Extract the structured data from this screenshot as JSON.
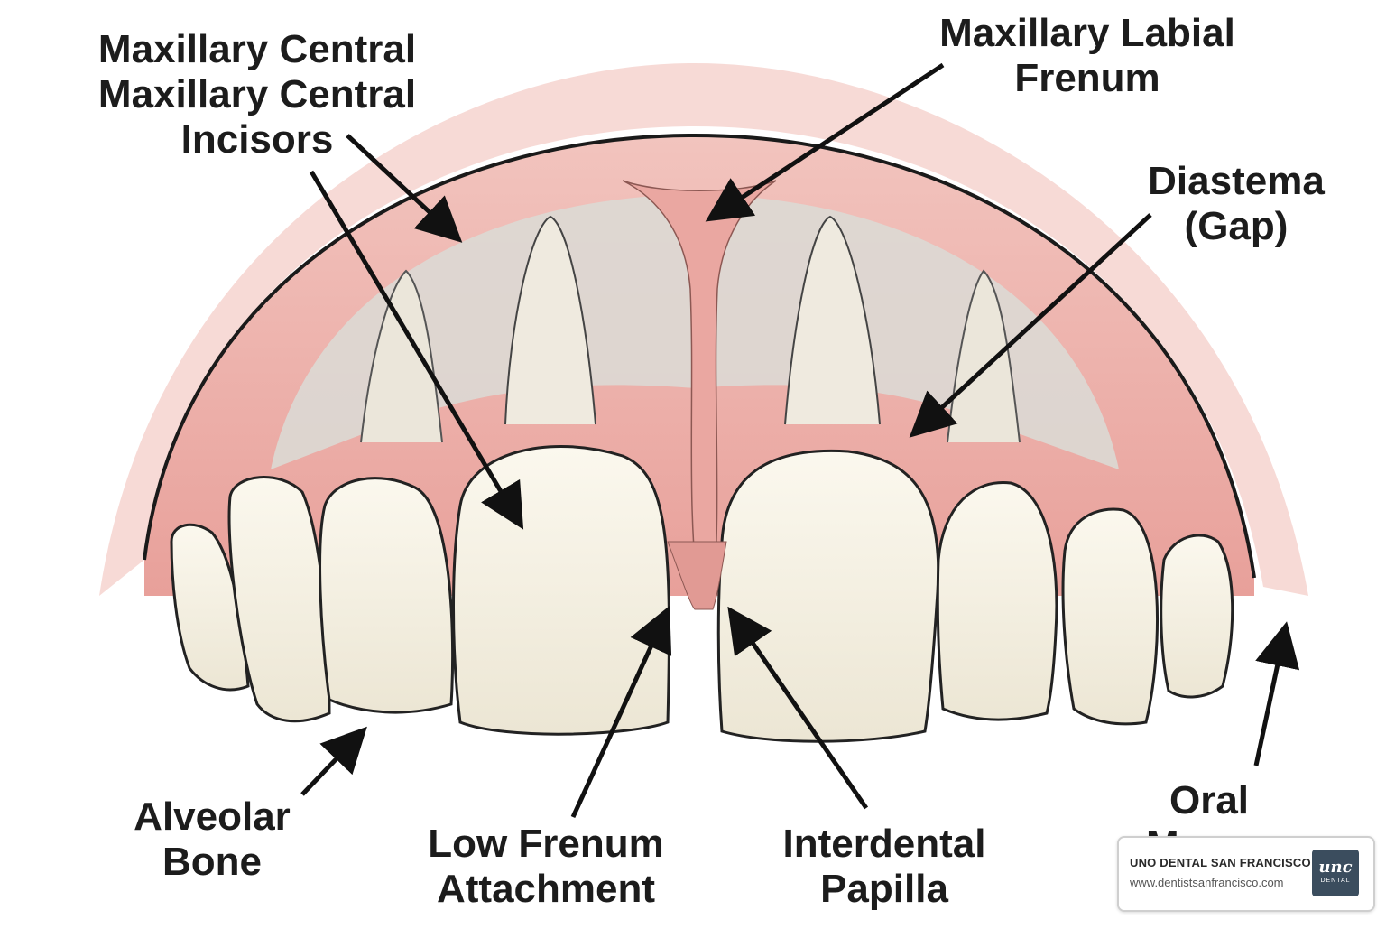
{
  "labels": {
    "incisors": [
      "Maxillary Central",
      "Maxillary Central",
      "Incisors"
    ],
    "labial_frenum": [
      "Maxillary Labial",
      "Frenum"
    ],
    "diastema": [
      "Diastema",
      "(Gap)"
    ],
    "alveolar_bone": [
      "Alveolar",
      "Bone"
    ],
    "low_frenum": [
      "Low Frenum",
      "Attachment"
    ],
    "papilla": [
      "Interdental",
      "Papilla"
    ],
    "oral_mucosa": [
      "Oral",
      "Mucosa"
    ]
  },
  "logo": {
    "name": "UNO DENTAL SAN FRANCISCO",
    "url": "www.dentistsanfrancisco.com",
    "mark": "unc",
    "mark_sub": "DENTAL"
  },
  "colors": {
    "gum": "#eba7a2",
    "gum_light": "#f4cbc5",
    "bone": "#d9d6d1",
    "tooth": "#f7f3e7",
    "outline": "#1a1a1a",
    "logo_badge": "#3b4d5e"
  }
}
